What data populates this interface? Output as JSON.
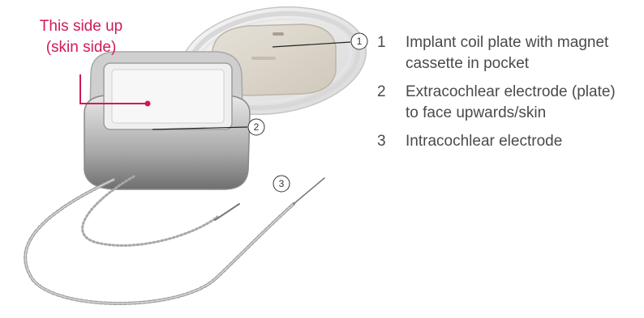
{
  "callout": {
    "line1": "This side up",
    "line2": "(skin side)",
    "color": "#d1195a"
  },
  "markers": [
    {
      "id": "1"
    },
    {
      "id": "2"
    },
    {
      "id": "3"
    }
  ],
  "legend": [
    {
      "num": "1",
      "line1": "Implant coil plate with magnet",
      "line2": "cassette in pocket"
    },
    {
      "num": "2",
      "line1": "Extracochlear electrode (plate)",
      "line2": "to face upwards/skin"
    },
    {
      "num": "3",
      "line1": "Intracochlear electrode",
      "line2": ""
    }
  ]
}
